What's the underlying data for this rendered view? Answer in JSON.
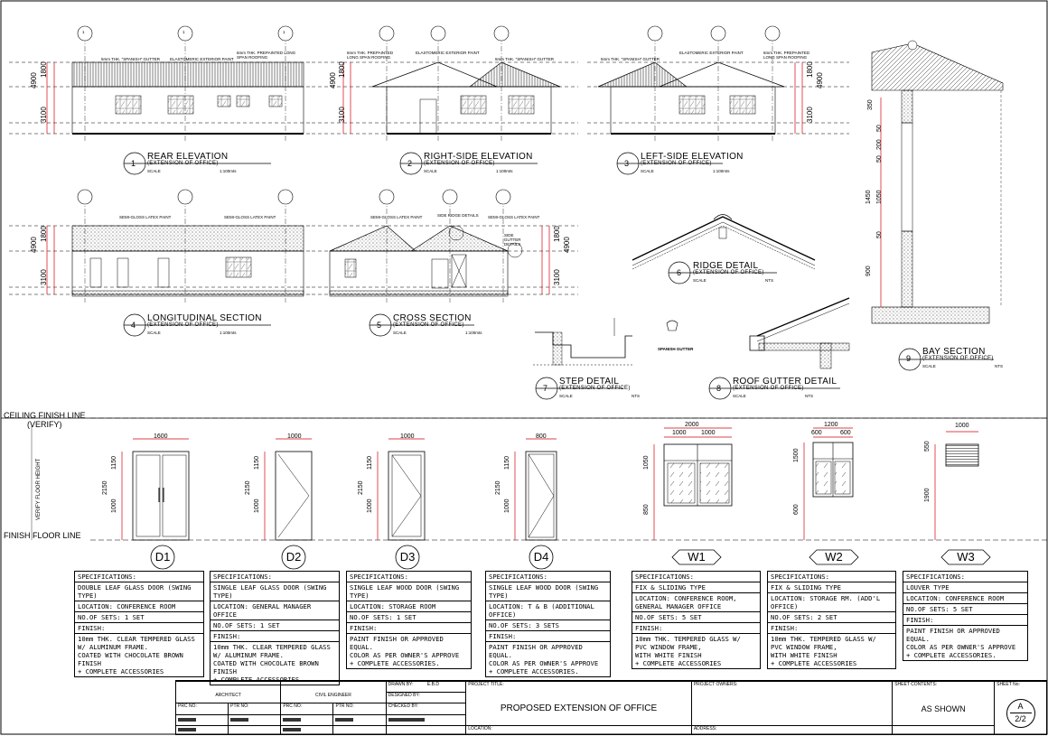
{
  "drawings": [
    {
      "num": "1",
      "title": "REAR ELEVATION",
      "sub": "(EXTENSION OF OFFICE)",
      "scale_label": "SCALE",
      "scale": "1:100mts"
    },
    {
      "num": "2",
      "title": "RIGHT-SIDE ELEVATION",
      "sub": "(EXTENSION OF OFFICE)",
      "scale_label": "SCALE",
      "scale": "1:100mts"
    },
    {
      "num": "3",
      "title": "LEFT-SIDE ELEVATION",
      "sub": "(EXTENSION OF OFFICE)",
      "scale_label": "SCALE",
      "scale": "1:100mts"
    },
    {
      "num": "4",
      "title": "LONGITUDINAL SECTION",
      "sub": "(EXTENSION OF OFFICE)",
      "scale_label": "SCALE",
      "scale": "1:100mts"
    },
    {
      "num": "5",
      "title": "CROSS SECTION",
      "sub": "(EXTENSION OF OFFICE)",
      "scale_label": "SCALE",
      "scale": "1:100mts"
    },
    {
      "num": "6",
      "title": "RIDGE DETAIL",
      "sub": "(EXTENSION OF OFFICE)",
      "scale_label": "SCALE",
      "scale": "NTS"
    },
    {
      "num": "7",
      "title": "STEP DETAIL",
      "sub": "(EXTENSION OF OFFICE)",
      "scale_label": "SCALE",
      "scale": "NTS"
    },
    {
      "num": "8",
      "title": "ROOF GUTTER DETAIL",
      "sub": "(EXTENSION OF OFFICE)",
      "scale_label": "SCALE",
      "scale": "NTS"
    },
    {
      "num": "9",
      "title": "BAY SECTION",
      "sub": "(EXTENSION OF OFFICE)",
      "scale_label": "SCALE",
      "scale": "NTS"
    }
  ],
  "annotations": {
    "gutter": "5mm THK. \"SPANISH\" GUTTER",
    "elasto": "ELASTOMERIC EXTERIOR PAINT",
    "roofing": "6mm THK. PREPAINTED LONG SPAN ROOFING",
    "latex": "SEMI-GLOSS LATEX PAINT",
    "side_ridge": "SIDE RIDGE DETAILS",
    "side_gutter": "SIDE GUTTER DETAILS",
    "spanish_gutter": "SPANISH GUTTER",
    "dims": {
      "d4900": "4900",
      "d1800": "1800",
      "d3100": "3100"
    },
    "bay_dims": [
      "350",
      "50",
      "200",
      "50",
      "1050",
      "1450",
      "50",
      "900"
    ]
  },
  "lines": {
    "ceiling": "CEILING FINISH LINE",
    "verify": "(VERIFY)",
    "finish": "FINISH FLOOR LINE",
    "verify_height": "VERIFY FLOOR HEIGHT"
  },
  "openings": [
    {
      "tag": "D1",
      "w": "1600",
      "h1": "1150",
      "h2": "1000",
      "total": "2150",
      "spec": "SPECIFICATIONS:",
      "type": "DOUBLE LEAF GLASS DOOR (SWING TYPE)",
      "loc": "LOCATION: CONFERENCE ROOM",
      "sets": "NO.OF SETS: 1 SET",
      "finish_h": "FINISH:",
      "finish": "10mm THK. CLEAR TEMPERED GLASS\nW/ ALUMINUM FRAME.\nCOATED WITH CHOCOLATE BROWN\nFINISH\n+ COMPLETE ACCESSORIES"
    },
    {
      "tag": "D2",
      "w": "1000",
      "h1": "1150",
      "h2": "1000",
      "total": "2150",
      "spec": "SPECIFICATIONS:",
      "type": "SINGLE LEAF GLASS DOOR (SWING TYPE)",
      "loc": "LOCATION: GENERAL MANAGER OFFICE",
      "sets": "NO.OF SETS: 1 SET",
      "finish_h": "FINISH:",
      "finish": "10mm THK. CLEAR TEMPERED GLASS\nW/ ALUMINUM FRAME.\nCOATED WITH CHOCOLATE BROWN\nFINISH\n+ COMPLETE ACCESSORIES"
    },
    {
      "tag": "D3",
      "w": "1000",
      "h1": "1150",
      "h2": "1000",
      "total": "2150",
      "spec": "SPECIFICATIONS:",
      "type": "SINGLE LEAF WOOD DOOR (SWING TYPE)",
      "loc": "LOCATION: STORAGE ROOM",
      "sets": "NO.OF SETS: 1 SET",
      "finish_h": "FINISH:",
      "finish": "PAINT FINISH OR APPROVED EQUAL.\nCOLOR AS PER OWNER'S APPROVE\n+ COMPLETE ACCESSORIES."
    },
    {
      "tag": "D4",
      "w": "800",
      "h1": "1150",
      "h2": "1000",
      "total": "2150",
      "spec": "SPECIFICATIONS:",
      "type": "SINGLE LEAF WOOD DOOR (SWING TYPE)",
      "loc": "LOCATION: T & B (ADDITIONAL OFFICE)",
      "sets": "NO.OF SETS: 3 SETS",
      "finish_h": "FINISH:",
      "finish": "PAINT FINISH OR APPROVED EQUAL.\nCOLOR AS PER OWNER'S APPROVE\n+ COMPLETE ACCESSORIES."
    },
    {
      "tag": "W1",
      "w": "2000",
      "w1": "1000",
      "w2": "1000",
      "h1": "1050",
      "h2": "850",
      "spec": "SPECIFICATIONS:",
      "type": "FIX & SLIDING TYPE",
      "loc": "LOCATION: CONFERENCE ROOM, GENERAL MANAGER OFFICE",
      "sets": "NO.OF SETS: 5 SET",
      "finish_h": "FINISH:",
      "finish": "10mm THK. TEMPERED GLASS W/\nPVC WINDOW FRAME,\nWITH WHITE FINISH\n+ COMPLETE ACCESSORIES"
    },
    {
      "tag": "W2",
      "w": "1200",
      "w1": "600",
      "w2": "600",
      "h1": "1500",
      "h2": "600",
      "spec": "SPECIFICATIONS:",
      "type": "FIX & SLIDING TYPE",
      "loc": "LOCATION: STORAGE RM. (ADD'L OFFICE)",
      "sets": "NO.OF SETS: 2 SET",
      "finish_h": "FINISH:",
      "finish": "10mm THK. TEMPERED GLASS W/\nPVC WINDOW FRAME,\nWITH WHITE FINISH\n+ COMPLETE ACCESSORIES"
    },
    {
      "tag": "W3",
      "w": "1000",
      "h1": "550",
      "h2": "1900",
      "spec": "SPECIFICATIONS:",
      "type": "LOUVER TYPE",
      "loc": "LOCATION: CONFERENCE ROOM",
      "sets": "NO.OF SETS: 5 SET",
      "finish_h": "FINISH:",
      "finish": "PAINT FINISH OR APPROVED EQUAL.\nCOLOR AS PER OWNER'S APPROVE\n+ COMPLETE ACCESSORIES."
    }
  ],
  "titleblock": {
    "architect": "ARCHITECT",
    "engineer": "CIVIL ENGINEER",
    "prc": "PRC NO:",
    "ptr": "PTR NO:",
    "drawn_by": "DRAWN BY:",
    "drawn_by_value": "E.B.D",
    "designed_by": "DESIGNED BY:",
    "checked_by": "CHECKED BY:",
    "project_title_label": "PROJECT TITLE:",
    "project_title": "PROPOSED EXTENSION OF OFFICE",
    "location": "LOCATION:",
    "owners": "PROJECT OWNERS:",
    "address": "ADDRESS:",
    "contents_label": "SHEET CONTENTS:",
    "contents": "AS SHOWN",
    "sheet_label": "SHEET No:",
    "sheet_letter": "A",
    "sheet_num": "2/2"
  },
  "colors": {
    "dim_red": "#d8000c",
    "line": "#000000"
  }
}
